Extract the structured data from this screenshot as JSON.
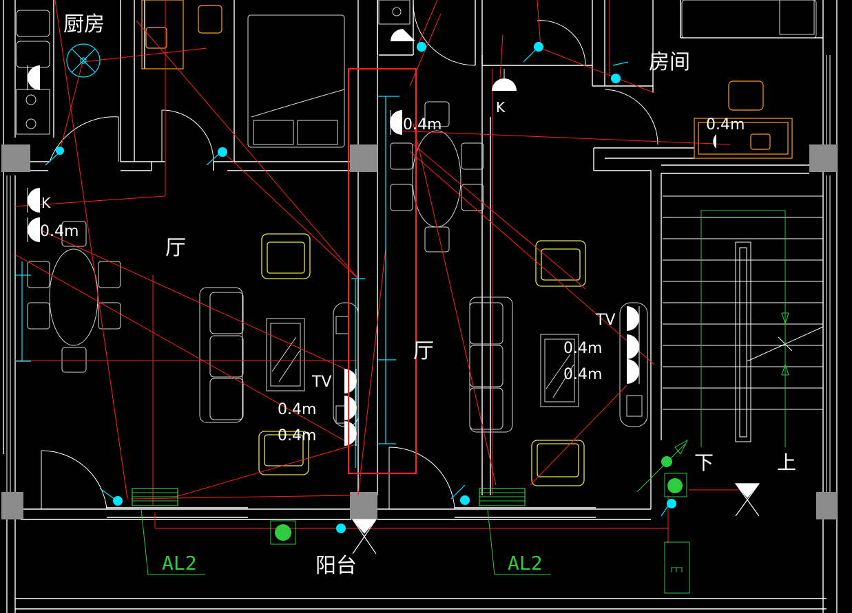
{
  "drawing": {
    "room_labels": {
      "kitchen": "厨房",
      "bedroom": "房间",
      "living_left": "厅",
      "living_right": "厅",
      "balcony": "阳台"
    },
    "stair_labels": {
      "down": "下",
      "up": "上"
    },
    "panel_labels": {
      "left": "AL2",
      "right": "AL2"
    },
    "socket_marks": {
      "k_left": "K",
      "k_top": "K",
      "height_left_wall": "0.4m",
      "height_center_top": "0.4m",
      "height_bedroom": "0.4m",
      "tv_left": "TV",
      "height_left_1": "0.4m",
      "height_left_2": "0.4m",
      "tv_right": "TV",
      "height_right_1": "0.4m",
      "height_right_2": "0.4m"
    },
    "colors": {
      "background": "#000000",
      "wall": "#ffffff",
      "column": "#8c8c8c",
      "wiring": "#ff2020",
      "fixture": "#00e5ff",
      "furniture_yellow": "#e6e64a",
      "furniture_orange": "#ff9f1a",
      "panel_green": "#2ecc40",
      "highlight_box": "#ff2020"
    }
  }
}
